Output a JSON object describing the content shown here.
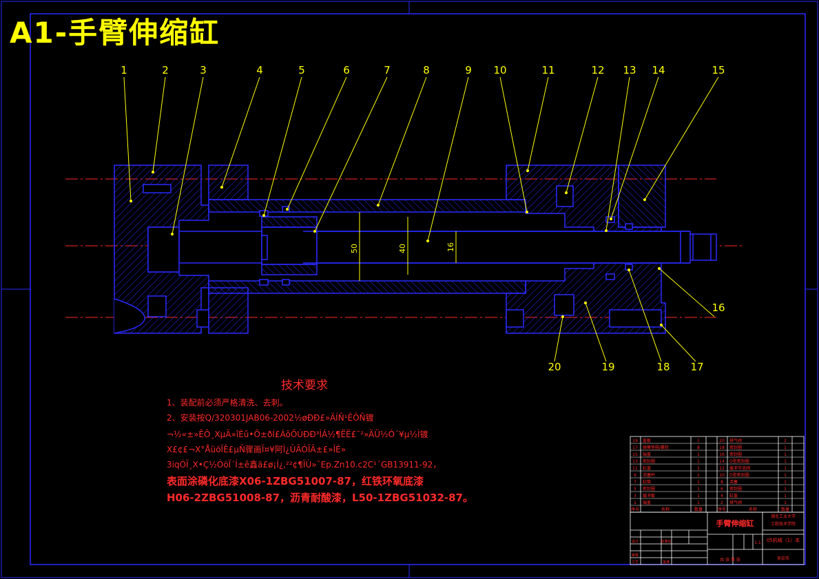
{
  "title": "A1-手臂伸缩缸",
  "colors": {
    "background": "#000000",
    "frame": "#2a2aff",
    "section": "#2a2aff",
    "hatch": "#2a2aff",
    "centerline": "#ff2a2a",
    "leader": "#ffff00",
    "dimension": "#ffff00",
    "title_text": "#ffff00",
    "notes_text": "#ff2a2a",
    "table_line": "#ffffff",
    "table_text": "#ff2a2a"
  },
  "callouts": [
    "1",
    "2",
    "3",
    "4",
    "5",
    "6",
    "7",
    "8",
    "9",
    "10",
    "11",
    "12",
    "13",
    "14",
    "15",
    "16",
    "17",
    "18",
    "19",
    "20"
  ],
  "dimensions": [
    "50",
    "40",
    "16"
  ],
  "tech_requirements": {
    "heading": "技术要求",
    "lines": [
      "1、装配前必须严格清洗、去刺。",
      "2、安装按Q/320301JAB06-2002½øÐÐ£»ÄÍÑ¹ÊÔÑ镀",
      "¬½«±»ÊÔ¸XµÄ»îÈû•Ö±ðÍ£ÁôÔÚÐÐ³ÌÁ½¶ËË£¨²»ÄÜ½Ó´¥µ½Ì镀",
      "Ⅹ£¢£¬Ⅹ°ÅüöÏÊ£µÑ骤画Ï¤¥阿Ì¿ÛÃÓÏÃ±£»ÎÉ»",
      "3iqÓÏ¸Ⅹ•Ç½ÓöÏ´Í±ê鑫ä£ø¡Í¿,²²¢¶ÏÙ»¯Ep.Zn10.c2C¹´GB13911-92，",
      "表面涂磷化底漆X06-1ZBG51007-87，红铁环氧底漆",
      "H06-2ZBG51008-87，沥青耐酸漆，L50-1ZBG51032-87。"
    ]
  },
  "parts_table": {
    "left_nos": [
      "19",
      "17",
      "15",
      "13",
      "11",
      "9",
      "7",
      "5",
      "3",
      "1"
    ],
    "left_names": [
      "盖板",
      "弹簧垫圈/螺栓",
      "端盖",
      "密封圈",
      "缸盖",
      "活塞杆",
      "缸筒",
      "密封圈",
      "缓冲套",
      "端盖"
    ],
    "left_qty": [
      "1",
      "8",
      "1",
      "1",
      "1",
      "1",
      "1",
      "1",
      "1",
      "1"
    ],
    "right_nos": [
      "20",
      "18",
      "16",
      "14",
      "12",
      "10",
      "8",
      "6",
      "4",
      "2"
    ],
    "right_names": [
      "排气阀",
      "密封圈",
      "密封圈",
      "O型密封圈",
      "缓冲节流阀",
      "O型密封圈",
      "活塞",
      "密封圈",
      "缸盖",
      "排气阀"
    ],
    "right_qty": [
      "2",
      "1",
      "1",
      "1",
      "1",
      "1",
      "1",
      "1",
      "1",
      "1"
    ],
    "header_labels": [
      "序号",
      "名称",
      "数量",
      "序号",
      "名称",
      "数量"
    ]
  },
  "title_block": {
    "drawing_name": "手臂伸缩缸",
    "school_line1": "湖北工业大学",
    "school_line2": "工程技术学院",
    "class_no": "05机械（1）本",
    "scale": "1:1",
    "sheet": "共  张 第  张",
    "label_design": "设计",
    "label_check": "审核",
    "label_process": "工艺",
    "label_standard": "标准化",
    "label_approve": "批准",
    "designer": "吴宏伟"
  }
}
